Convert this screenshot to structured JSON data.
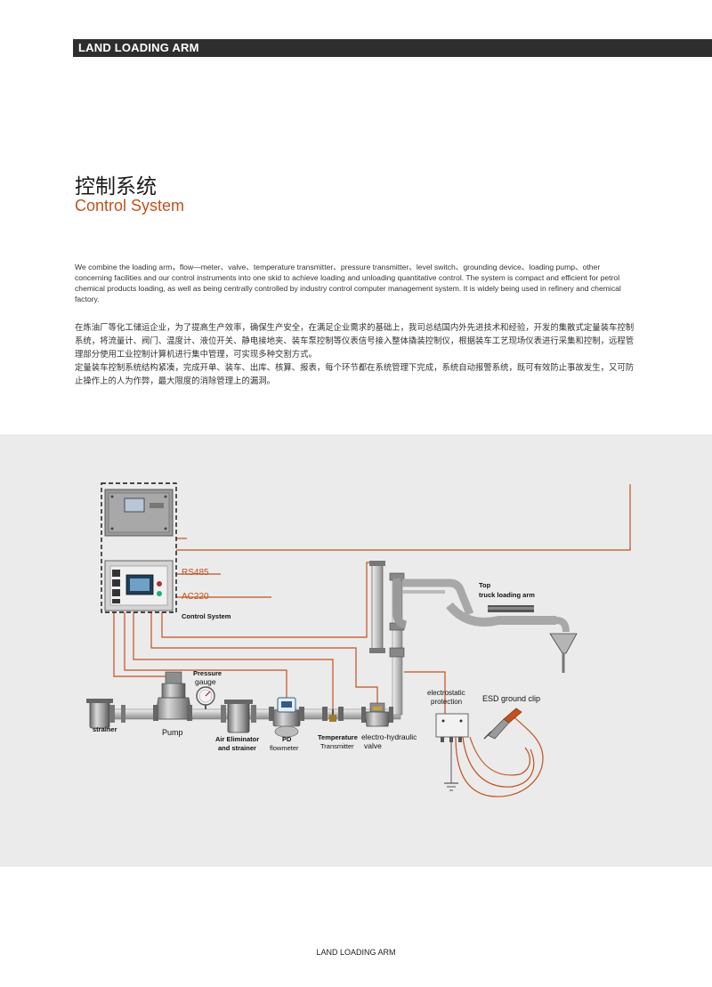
{
  "header": {
    "title": "LAND LOADING ARM"
  },
  "section": {
    "title_cn": "控制系统",
    "title_en": "Control System"
  },
  "intro": {
    "en": "We combine the loading arm，flow—meter、valve、temperature transmitter、pressure transmitter、level switch、grounding device、loading pump、other concerning facilities and our control instruments into one skid to achieve loading and unloading quantitative control. The system is compact and efficient for petrol chemical products loading, as well as being centrally controlled by industry control computer management system. It is widely being used in refinery and chemical factory.",
    "cn_1": "在炼油厂等化工储运企业，为了提高生产效率，确保生产安全，在满足企业需求的基础上，我司总结国内外先进技术和经验，开发的集散式定量装车控制系统，将流量计、阀门、温度计、液位开关、静电接地夹、装车泵控制等仪表信号接入整体撬装控制仪，根据装车工艺现场仪表进行采集和控制，远程管理部分使用工业控制计算机进行集中管理，可实现多种交割方式。",
    "cn_2": "定量装车控制系统结构紧凑，完成开单、装车、出库、核算、报表，每个环节都在系统管理下完成，系统自动报警系统，既可有效防止事故发生，又可防止操作上的人为作弊，最大限度的消除管理上的漏洞。"
  },
  "diagram": {
    "labels": {
      "rs485": "RS485",
      "ac220": "AC220",
      "control_system": "Control System",
      "top_arm_1": "Top",
      "top_arm_2": "truck loading arm",
      "pressure_1": "Pressure",
      "pressure_2": "gauge",
      "strainer": "strainer",
      "pump": "Pump",
      "air_elim_1": "Air Eliminator",
      "air_elim_2": "and strainer",
      "pd_1": "PD",
      "pd_2": "flowmeter",
      "temp_1": "Temperature",
      "temp_2": "Transmitter",
      "ehv_1": "electro-hydraulic",
      "ehv_2": "valve",
      "electro_1": "electrostatic",
      "electro_2": "protection",
      "esd": "ESD ground clip"
    },
    "colors": {
      "signal_wire": "#c1521e",
      "pipe": "#c8c8c8",
      "background": "#ebebeb"
    }
  },
  "footer": {
    "text": "LAND LOADING ARM"
  }
}
